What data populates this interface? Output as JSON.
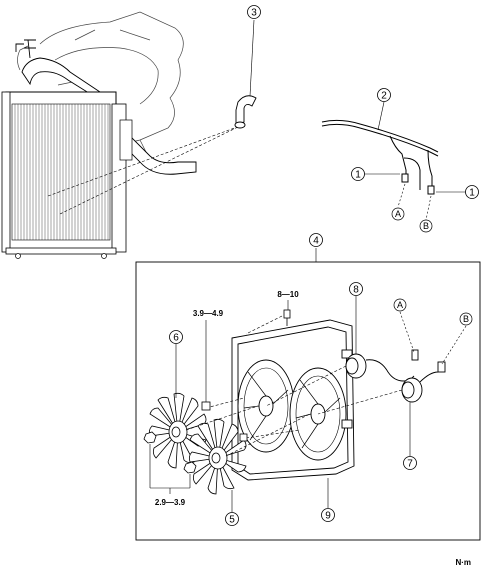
{
  "callouts": {
    "hose_clip": "1",
    "wiring_harness": "2",
    "radiator_hose": "3",
    "fan_assembly": "4",
    "fan_small": "5",
    "fan_large": "6",
    "fan_motor_right": "7",
    "fan_motor_left": "8",
    "fan_shroud": "9"
  },
  "connector_refs": {
    "a": "A",
    "b": "B"
  },
  "torque_specs": {
    "shroud_bolt": "8—10",
    "fan_nut": "3.9—4.9",
    "fan_nut_pair": "2.9—3.9"
  },
  "torque_unit": "N·m"
}
